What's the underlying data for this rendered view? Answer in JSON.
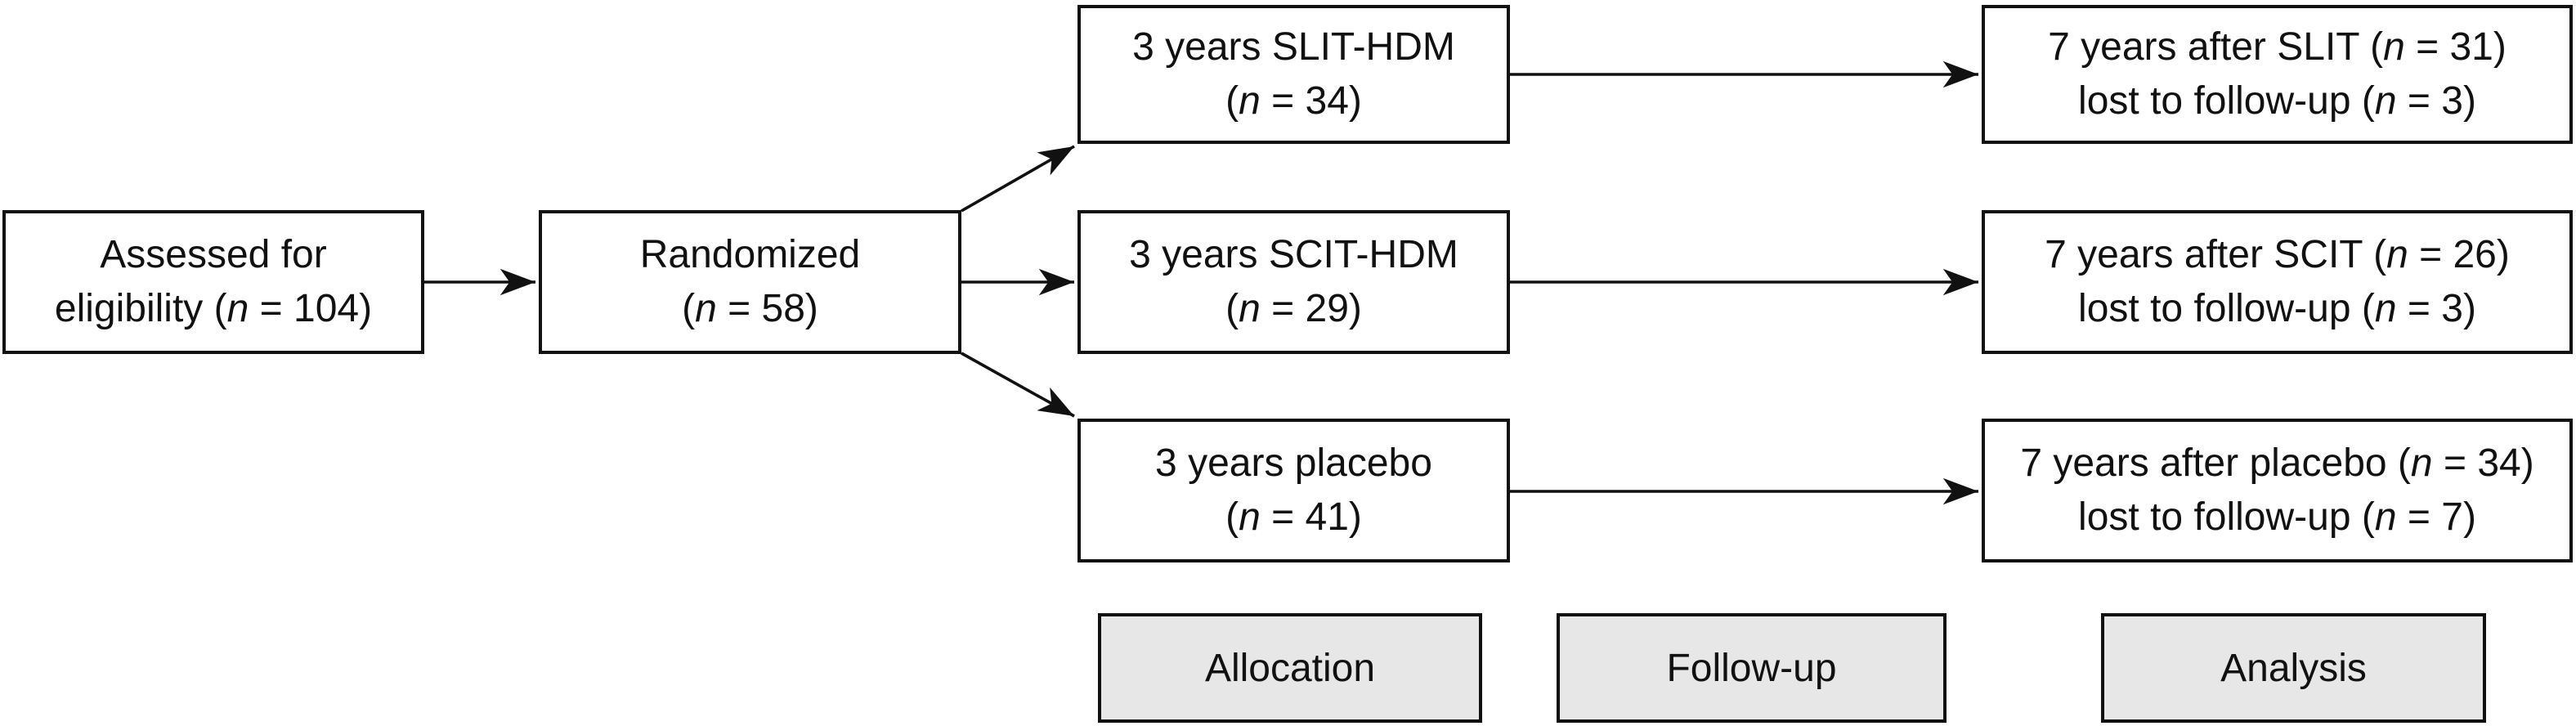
{
  "diagram": {
    "boxes": {
      "assessed": {
        "line1_pre": "Assessed for",
        "line1_n": "",
        "line1_post": "",
        "line2_pre": "eligibility (",
        "line2_n": "n",
        "line2_post": " = 104)"
      },
      "randomized": {
        "line1_pre": "Randomized",
        "line1_n": "",
        "line1_post": "",
        "line2_pre": "(",
        "line2_n": "n",
        "line2_post": " = 58)"
      },
      "slit": {
        "line1_pre": "3 years SLIT-HDM",
        "line1_n": "",
        "line1_post": "",
        "line2_pre": "(",
        "line2_n": "n",
        "line2_post": " = 34)"
      },
      "scit": {
        "line1_pre": "3 years SCIT-HDM",
        "line1_n": "",
        "line1_post": "",
        "line2_pre": "(",
        "line2_n": "n",
        "line2_post": " = 29)"
      },
      "placebo": {
        "line1_pre": "3 years placebo",
        "line1_n": "",
        "line1_post": "",
        "line2_pre": "(",
        "line2_n": "n",
        "line2_post": " = 41)"
      },
      "after_slit": {
        "line1_pre": "7 years after SLIT (",
        "line1_n": "n",
        "line1_post": " = 31)",
        "line2_pre": "lost to follow-up (",
        "line2_n": "n",
        "line2_post": " = 3)"
      },
      "after_scit": {
        "line1_pre": "7 years after SCIT (",
        "line1_n": "n",
        "line1_post": " = 26)",
        "line2_pre": "lost to follow-up (",
        "line2_n": "n",
        "line2_post": " = 3)"
      },
      "after_placebo": {
        "line1_pre": "7 years after placebo (",
        "line1_n": "n",
        "line1_post": " = 34)",
        "line2_pre": "lost to follow-up (",
        "line2_n": "n",
        "line2_post": " = 7)"
      }
    },
    "counts": {
      "assessed_for_eligibility": 104,
      "randomized": 58,
      "slit_hdm_allocated": 34,
      "scit_hdm_allocated": 29,
      "placebo_allocated": 41,
      "after_slit_analyzed": 31,
      "after_slit_lost_to_followup": 3,
      "after_scit_analyzed": 26,
      "after_scit_lost_to_followup": 3,
      "after_placebo_analyzed": 34,
      "after_placebo_lost_to_followup": 7
    },
    "stage_labels": {
      "allocation": "Allocation",
      "followup": "Follow-up",
      "analysis": "Analysis"
    },
    "colors": {
      "box_border": "#111111",
      "box_background": "#ffffff",
      "stage_label_background": "#e7e7e7",
      "text": "#111111",
      "arrow": "#111111"
    }
  }
}
